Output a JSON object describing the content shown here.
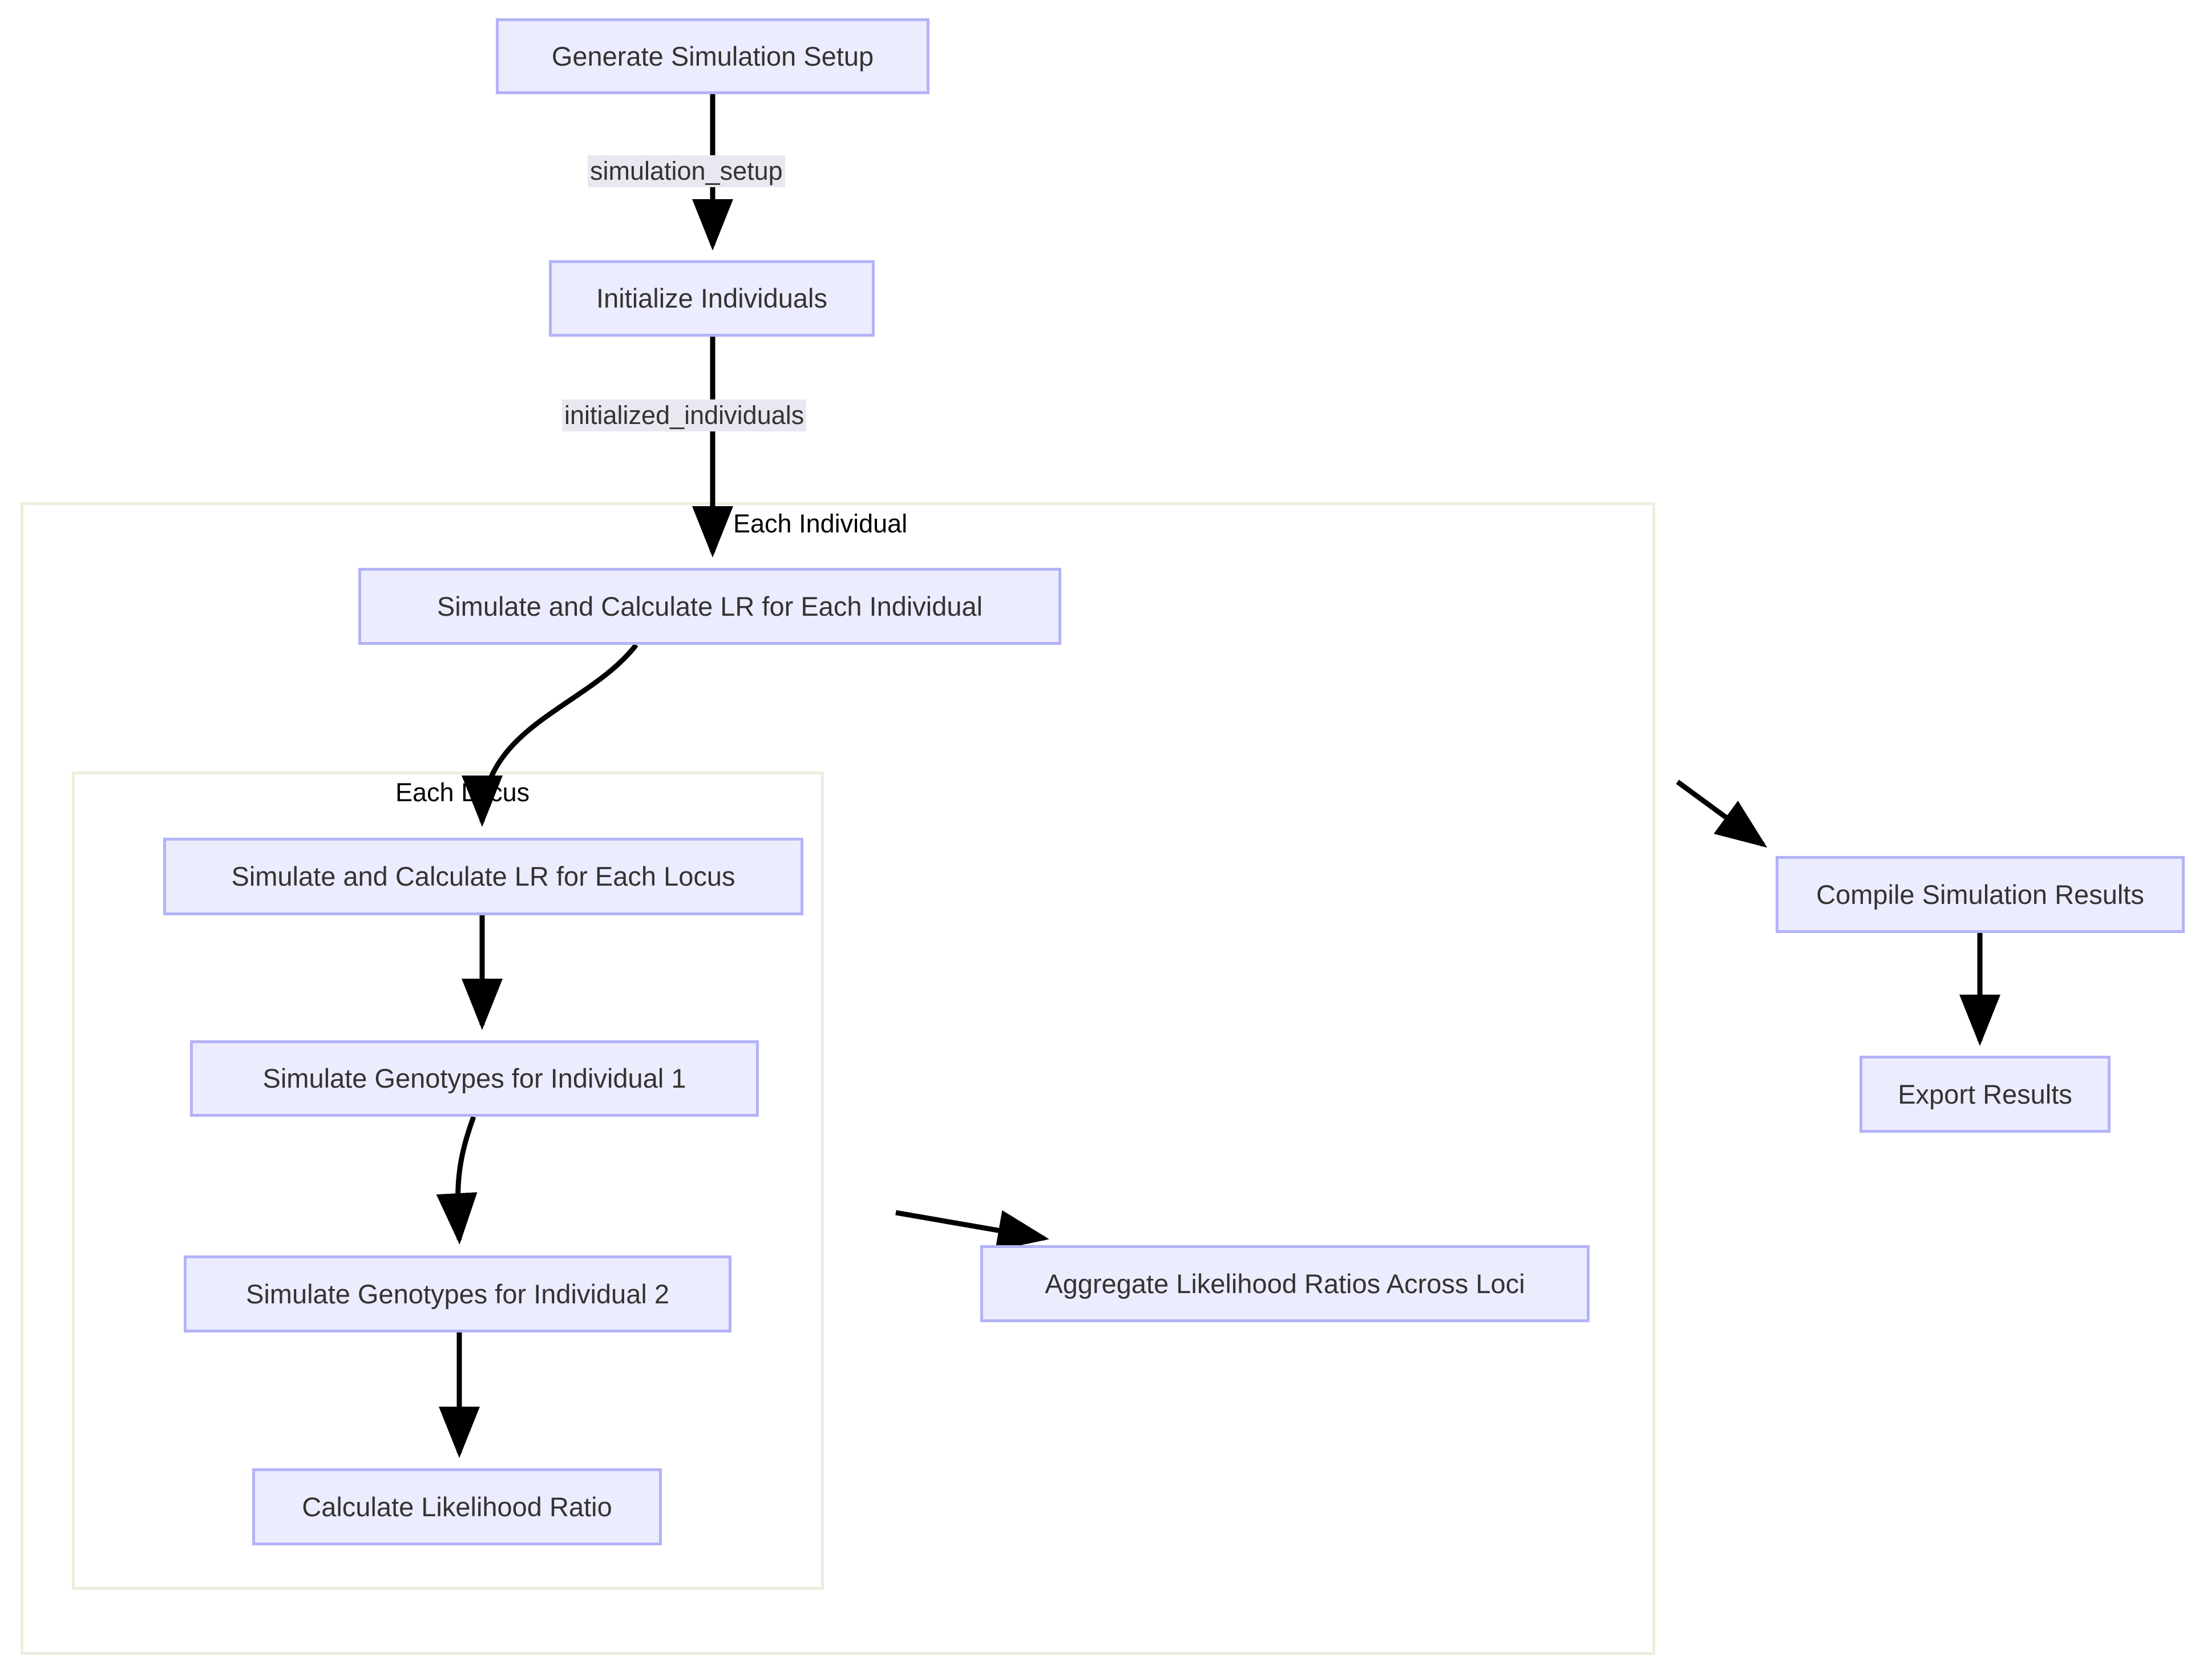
{
  "diagram": {
    "type": "flowchart",
    "direction": "top-down",
    "theme_colors": {
      "node_fill": "#ececff",
      "node_border": "#b3b3f7",
      "node_text": "#333333",
      "subgraph_border": "#eeeedd",
      "subgraph_fill": "#ffffff",
      "edge_stroke": "#000000",
      "edge_label_bg": "#e8e8f0",
      "page_bg": "#ffffff"
    }
  },
  "nodes": [
    {
      "id": "generate_simulation_setup",
      "label": "Generate Simulation Setup"
    },
    {
      "id": "initialize_individuals",
      "label": "Initialize Individuals"
    },
    {
      "id": "simulate_lr_each_individual",
      "label": "Simulate and Calculate LR for Each Individual"
    },
    {
      "id": "simulate_lr_each_locus",
      "label": "Simulate and Calculate LR for Each Locus"
    },
    {
      "id": "simulate_genotypes_individual_1",
      "label": "Simulate Genotypes for Individual 1"
    },
    {
      "id": "simulate_genotypes_individual_2",
      "label": "Simulate Genotypes for Individual 2"
    },
    {
      "id": "calculate_likelihood_ratio",
      "label": "Calculate Likelihood Ratio"
    },
    {
      "id": "aggregate_likelihood_ratios",
      "label": "Aggregate Likelihood Ratios Across Loci"
    },
    {
      "id": "compile_simulation_results",
      "label": "Compile Simulation Results"
    },
    {
      "id": "export_results",
      "label": "Export Results"
    }
  ],
  "subgraphs": [
    {
      "id": "each_individual",
      "title": "Each Individual"
    },
    {
      "id": "each_locus",
      "title": "Each Locus"
    }
  ],
  "edges": [
    {
      "from": "generate_simulation_setup",
      "to": "initialize_individuals",
      "label": "simulation_setup"
    },
    {
      "from": "initialize_individuals",
      "to": "simulate_lr_each_individual",
      "label": "initialized_individuals"
    },
    {
      "from": "simulate_lr_each_individual",
      "to": "simulate_lr_each_locus",
      "label": ""
    },
    {
      "from": "simulate_lr_each_locus",
      "to": "simulate_genotypes_individual_1",
      "label": ""
    },
    {
      "from": "simulate_genotypes_individual_1",
      "to": "simulate_genotypes_individual_2",
      "label": ""
    },
    {
      "from": "simulate_genotypes_individual_2",
      "to": "calculate_likelihood_ratio",
      "label": ""
    },
    {
      "from": "each_locus",
      "to": "aggregate_likelihood_ratios",
      "label": ""
    },
    {
      "from": "each_individual",
      "to": "compile_simulation_results",
      "label": ""
    },
    {
      "from": "compile_simulation_results",
      "to": "export_results",
      "label": ""
    }
  ],
  "edge_labels": {
    "simulation_setup": "simulation_setup",
    "initialized_individuals": "initialized_individuals"
  }
}
